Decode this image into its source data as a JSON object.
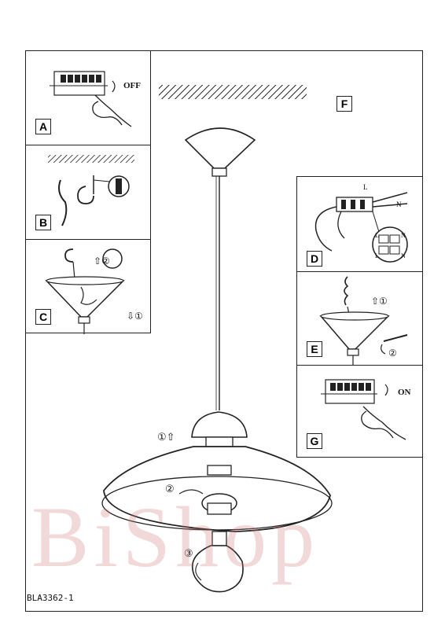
{
  "panels": {
    "a": {
      "letter": "A",
      "switch_text": "OFF"
    },
    "b": {
      "letter": "B"
    },
    "c": {
      "letter": "C",
      "step1": "⇩①",
      "step2": "⇧②"
    },
    "d": {
      "letter": "D",
      "wire_l": "L",
      "wire_n": "N",
      "term_l1": "L",
      "term_n1": "N",
      "term_l2": "L",
      "term_n2": "N"
    },
    "e": {
      "letter": "E",
      "step1": "⇧①",
      "step2": "②"
    },
    "f": {
      "letter": "F"
    },
    "g": {
      "letter": "G",
      "switch_text": "ON"
    }
  },
  "main": {
    "step1": "①⇧",
    "step2": "②",
    "step3": "③"
  },
  "watermark": "BiShop",
  "product_code": "BLA3362-1"
}
